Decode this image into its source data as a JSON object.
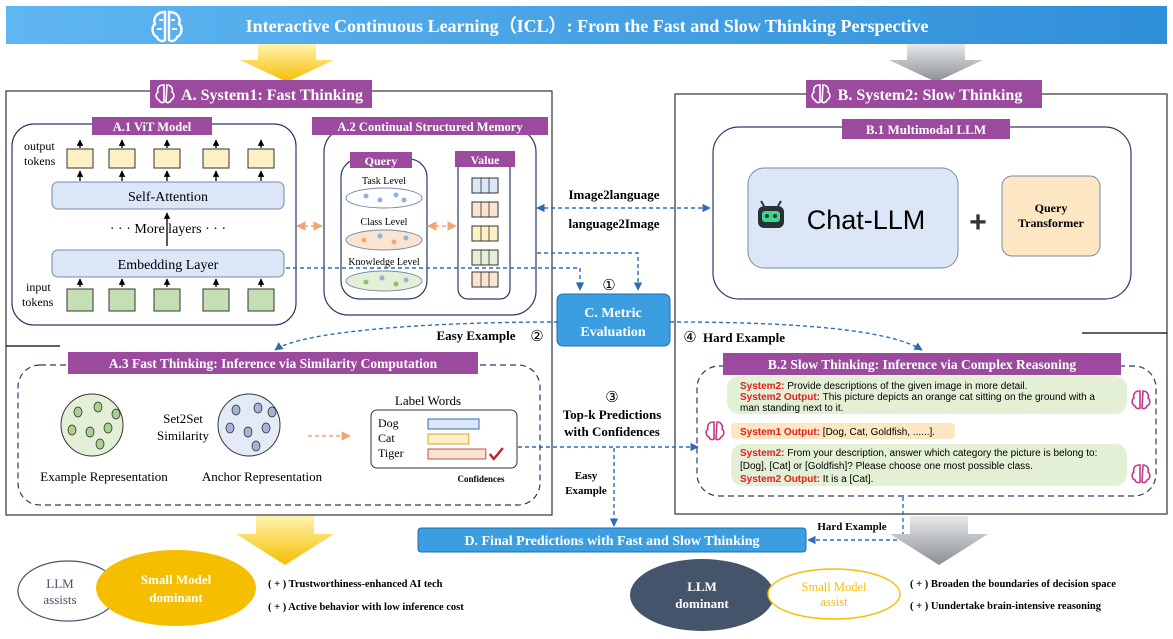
{
  "title": "Interactive Continuous Learning（ICL）: From the Fast and Slow Thinking Perspective",
  "system1": {
    "header": "A. System1: Fast Thinking",
    "vit": {
      "title": "A.1 ViT Model",
      "output_tokens": [
        "output",
        "tokens"
      ],
      "self_attention": "Self-Attention",
      "more_layers": "· · ·  More layers  · · ·",
      "embedding": "Embedding  Layer",
      "input_tokens": [
        "input",
        "tokens"
      ]
    },
    "memory": {
      "title": "A.2 Continual Structured Memory",
      "query": "Query",
      "value": "Value",
      "levels": [
        "Task Level",
        "Class Level",
        "Knowledge Level"
      ]
    },
    "fast_inference": {
      "title": "A.3 Fast Thinking: Inference via Similarity Computation",
      "set2set": [
        "Set2Set",
        "Similarity"
      ],
      "example_rep": "Example Representation",
      "anchor_rep": "Anchor Representation",
      "label_words": "Label Words",
      "labels": [
        "Dog",
        "Cat",
        "Tiger"
      ],
      "label_values": [
        0.75,
        0.6,
        0.85
      ],
      "confidences": "Confidences"
    }
  },
  "system2": {
    "header": "B. System2: Slow Thinking",
    "llm": {
      "title": "B.1 Multimodal  LLM",
      "chat_llm": "Chat-LLM",
      "plus": "+",
      "query_transformer": [
        "Query",
        "Transformer"
      ]
    },
    "slow_inference": {
      "title": "B.2 Slow Thinking: Inference via Complex Reasoning",
      "dialog1": {
        "s2_label": "System2:",
        "s2_text": " Provide descriptions of the given image in more detail.",
        "out_label": "System2 Output:",
        "out_text_1": " This picture depicts an orange cat sitting on the ground with a",
        "out_text_2": "man standing next to it."
      },
      "dialog2": {
        "label": "System1 Output:",
        "text": "  [Dog, Cat, Goldfish, ......]."
      },
      "dialog3": {
        "s2_label": "System2:",
        "s2_text": " From your description, answer which category the picture is belong to:",
        "line2": "[Dog], [Cat] or [Goldfish]? Please choose one most possible class.",
        "out_label": "System2 Output:",
        "out_text": " It is a [Cat]."
      }
    }
  },
  "middle": {
    "image2language": "Image2language",
    "language2image": "language2Image",
    "step1": "①",
    "metric": [
      "C. Metric",
      "Evaluation"
    ],
    "easy_example": "Easy Example",
    "step2": "②",
    "step4": "④",
    "hard_example": "Hard Example",
    "step3": "③",
    "topk": [
      "Top-k Predictions",
      "with Confidences"
    ],
    "easy_example_2": [
      "Easy",
      "Example"
    ],
    "hard_example_2": "Hard Example"
  },
  "final": "D. Final Predictions with Fast and Slow Thinking",
  "bottom_left": {
    "llm_assists": [
      "LLM",
      "assists"
    ],
    "small_dominant": [
      "Small Model",
      "dominant"
    ],
    "points": [
      "( + )  Trustworthiness-enhanced AI tech",
      "( + )  Active behavior with low inference cost"
    ]
  },
  "bottom_right": {
    "llm_dominant": [
      "LLM",
      "dominant"
    ],
    "small_assist": [
      "Small Model",
      "assist"
    ],
    "points": [
      "( + )   Broaden the boundaries of decision space",
      "( + )   Uundertake brain-intensive reasoning"
    ]
  },
  "colors": {
    "title_bar": "#3aa0e8",
    "purple": "#9b4a9e",
    "light_blue": "#dbe6f6",
    "token_fill": "#fdf0c4",
    "input_fill": "#c4dfb4",
    "metric_fill": "#3a9ee0",
    "dialog_green": "#e3f0d6",
    "dialog_orange": "#fde6c2",
    "gold": "#f6be00",
    "dark_slate": "#44546a",
    "arrow_blue": "#2e6db4",
    "arrow_orange": "#f0a673"
  }
}
